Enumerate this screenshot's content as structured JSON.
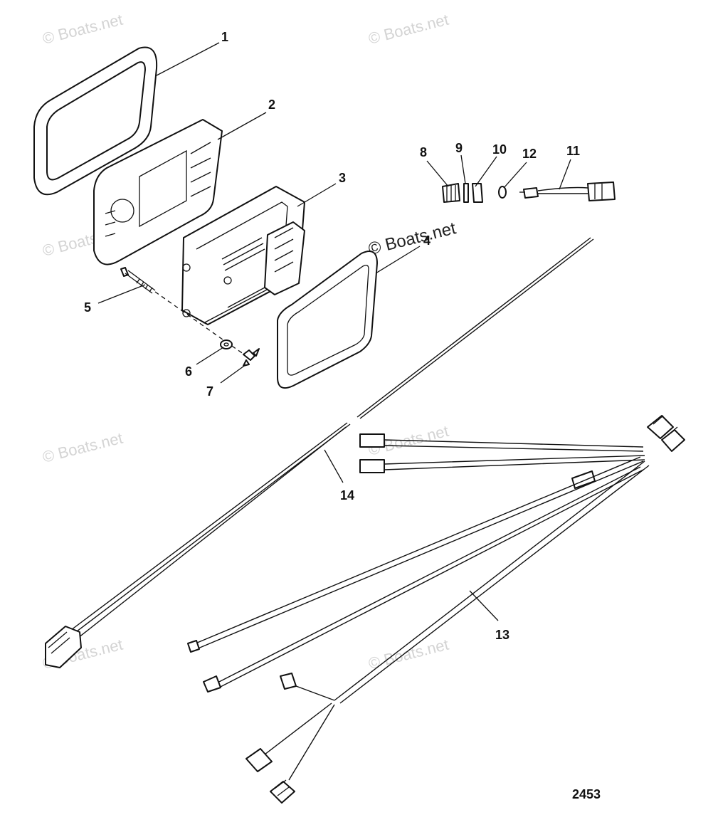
{
  "diagram": {
    "callouts": [
      "1",
      "2",
      "3",
      "4",
      "5",
      "6",
      "7",
      "8",
      "9",
      "10",
      "11",
      "12",
      "13",
      "14"
    ],
    "figure_number": "2453",
    "watermark": "© Boats.net"
  },
  "colors": {
    "ink": "#111111",
    "watermark": "#d4d4d4",
    "background": "#ffffff"
  }
}
